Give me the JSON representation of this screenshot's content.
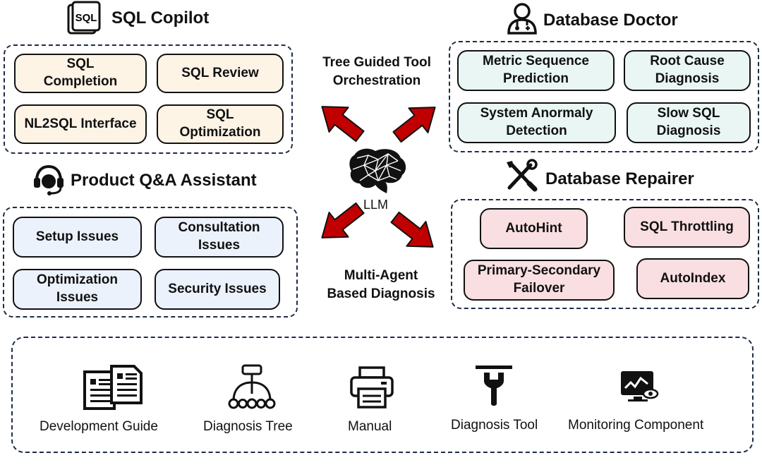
{
  "sections": {
    "sql_copilot": {
      "title": "SQL Copilot",
      "items": [
        "SQL\nCompletion",
        "SQL  Review",
        "NL2SQL Interface",
        "SQL\nOptimization"
      ]
    },
    "database_doctor": {
      "title": "Database Doctor",
      "items": [
        "Metric Sequence\nPrediction",
        "Root Cause\nDiagnosis",
        "System Anormaly\nDetection",
        "Slow SQL\nDiagnosis"
      ]
    },
    "product_qa": {
      "title": "Product Q&A Assistant",
      "items": [
        "Setup Issues",
        "Consultation\nIssues",
        "Optimization\nIssues",
        "Security Issues"
      ]
    },
    "database_repairer": {
      "title": "Database Repairer",
      "items": [
        "AutoHint",
        "SQL Throttling",
        "Primary-Secondary\nFailover",
        "AutoIndex"
      ]
    }
  },
  "center": {
    "llm_label": "LLM",
    "top_caption": "Tree Guided Tool\nOrchestration",
    "bottom_caption": "Multi-Agent\nBased Diagnosis"
  },
  "tools": [
    {
      "label": "Development Guide",
      "icon": "documents-icon"
    },
    {
      "label": "Diagnosis Tree",
      "icon": "tree-icon"
    },
    {
      "label": "Manual",
      "icon": "printer-icon"
    },
    {
      "label": "Diagnosis Tool",
      "icon": "wrench-icon"
    },
    {
      "label": "Monitoring Component",
      "icon": "monitor-icon"
    }
  ],
  "colors": {
    "arrow": "#c00000",
    "copilot_box": "#fdf4e6",
    "doctor_box": "#e9f6f3",
    "qa_box": "#ecf2fc",
    "repair_box": "#f9dfe2",
    "dash_border": "#1f2b45"
  }
}
